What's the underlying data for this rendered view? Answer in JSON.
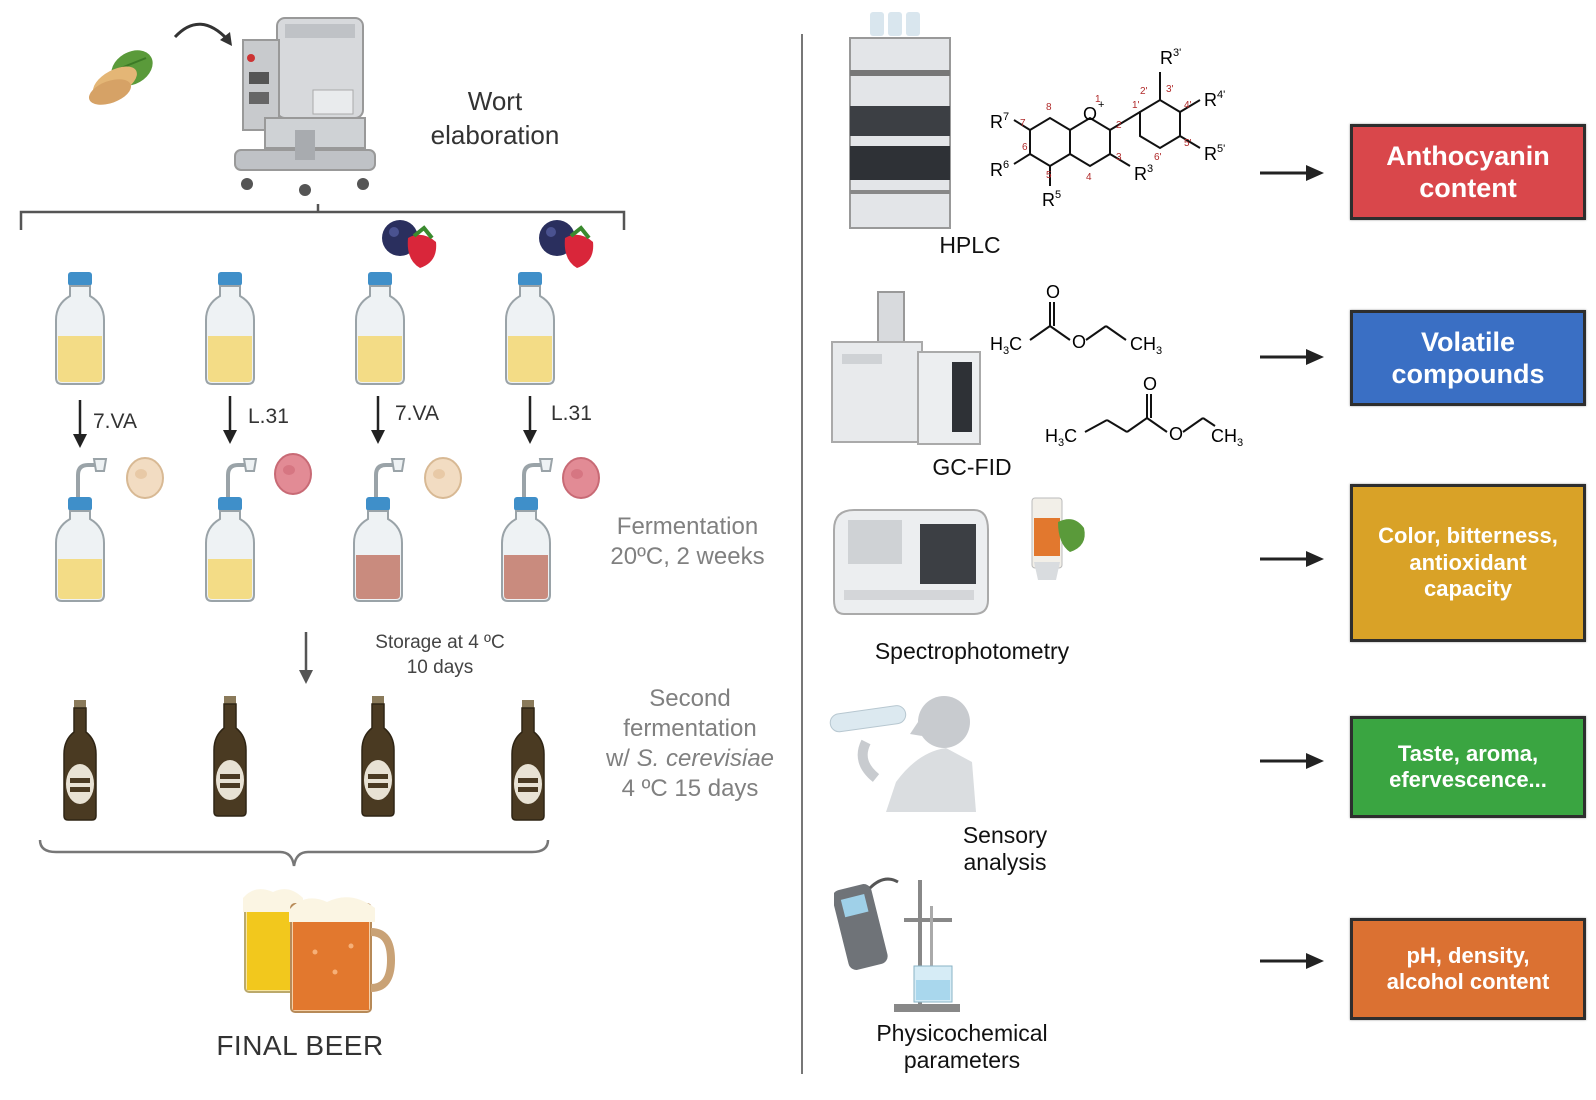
{
  "left_panel": {
    "wort_title_line1": "Wort",
    "wort_title_line2": "elaboration",
    "strains": [
      "7.VA",
      "L.31",
      "7.VA",
      "L.31"
    ],
    "fermentation_line1": "Fermentation",
    "fermentation_line2": "20ºC, 2 weeks",
    "storage_line1": "Storage at 4 ºC",
    "storage_line2": "10 days",
    "second_line1": "Second",
    "second_line2": "fermentation",
    "second_line3_prefix": "w/ ",
    "second_line3_species": "S. cerevisiae",
    "second_line4": "4 ºC 15 days",
    "final_label": "FINAL BEER"
  },
  "right_panel": {
    "techniques": {
      "hplc": "HPLC",
      "gcfid": "GC-FID",
      "spectro": "Spectrophotometry",
      "sensory_line1": "Sensory",
      "sensory_line2": "analysis",
      "physico_line1": "Physicochemical",
      "physico_line2": "parameters"
    },
    "outcomes": [
      {
        "line1": "Anthocyanin",
        "line2": "content",
        "line3": "",
        "color": "#d9474b"
      },
      {
        "line1": "Volatile",
        "line2": "compounds",
        "line3": "",
        "color": "#3a6fc4"
      },
      {
        "line1": "Color, bitterness,",
        "line2": "antioxidant",
        "line3": "capacity",
        "color": "#d9a227"
      },
      {
        "line1": "Taste, aroma,",
        "line2": "efervescence...",
        "line3": "",
        "color": "#3aa541"
      },
      {
        "line1": "pH, density,",
        "line2": "alcohol content",
        "line3": "",
        "color": "#db7132"
      }
    ],
    "molecule_labels": {
      "r3p": "R3'",
      "r4p": "R4'",
      "r5p": "R5'",
      "r7": "R7",
      "r6": "R6",
      "r5": "R5",
      "r3": "R3",
      "h3c": "H3C",
      "ch3": "CH3"
    }
  },
  "colors": {
    "beer_light": "#f3dc86",
    "beer_red": "#c98b7e",
    "cap_blue": "#3f8fc9",
    "bottle_brown": "#4a3a22",
    "divider": "#777777"
  }
}
